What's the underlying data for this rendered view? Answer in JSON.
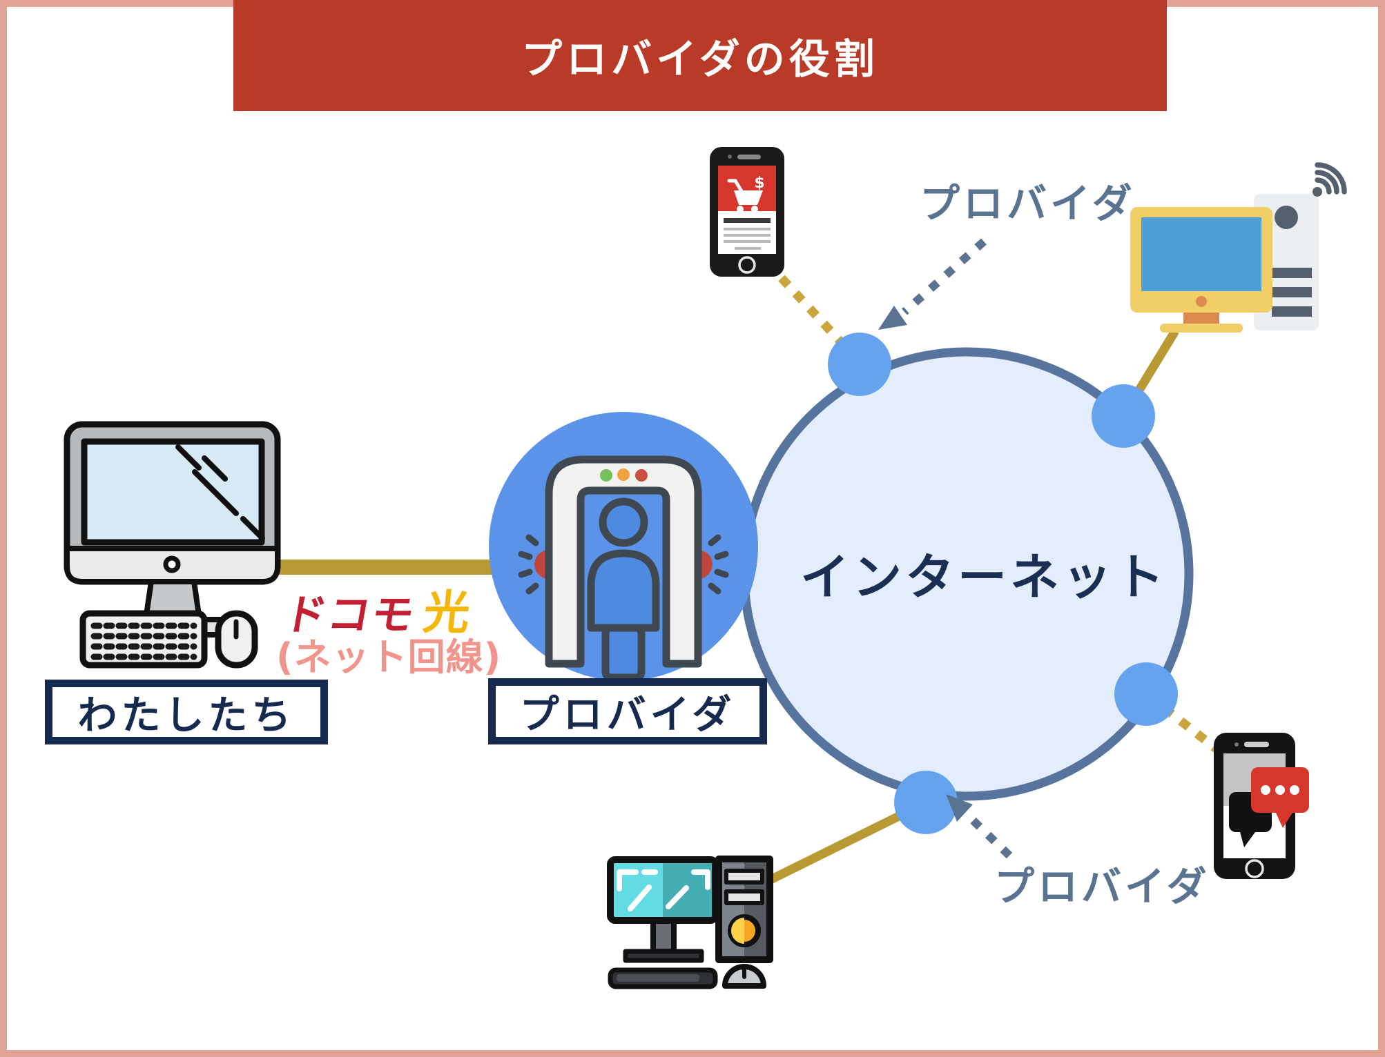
{
  "page": {
    "title": "プロバイダの役割",
    "banner_color": "#B93A27",
    "border_color": "#E2A396"
  },
  "nodes": {
    "us_label": "わたしたち",
    "provider_label": "プロバイダ",
    "internet_label": "インターネット"
  },
  "annotations": {
    "provider_top": "プロバイダ",
    "provider_bottom": "プロバイダ",
    "line_brand_red": "ドコモ",
    "line_brand_yellow": "光",
    "line_note": "(ネット回線)"
  },
  "icons": {
    "dollar_glyph": "$",
    "names": [
      "imac-computer-icon",
      "keyboard-icon",
      "mouse-icon",
      "security-gate-icon",
      "shopping-phone-icon",
      "cart-icon",
      "wifi-computer-icon",
      "wifi-signal-icon",
      "chat-phone-icon",
      "chat-bubbles-icon",
      "tower-pc-icon",
      "desktop-pc-icon",
      "network-node-dot",
      "dotted-arrow-icon"
    ]
  },
  "colors": {
    "banner_red": "#B93A27",
    "navy": "#16294E",
    "provider_circle_blue": "#5B93E8",
    "internet_fill": "#E4EDFB",
    "internet_border": "#56749E",
    "node_dot_blue": "#66A3EE",
    "gold_line": "#B99934",
    "gold_dotted": "#CBA43B",
    "slate_annotation": "#5A7390",
    "docomo_red": "#C21F33",
    "hikari_yellow": "#F2B70A",
    "note_pink": "#F0948C",
    "app_red": "#D6362B",
    "page_border_pink": "#E2A396"
  }
}
